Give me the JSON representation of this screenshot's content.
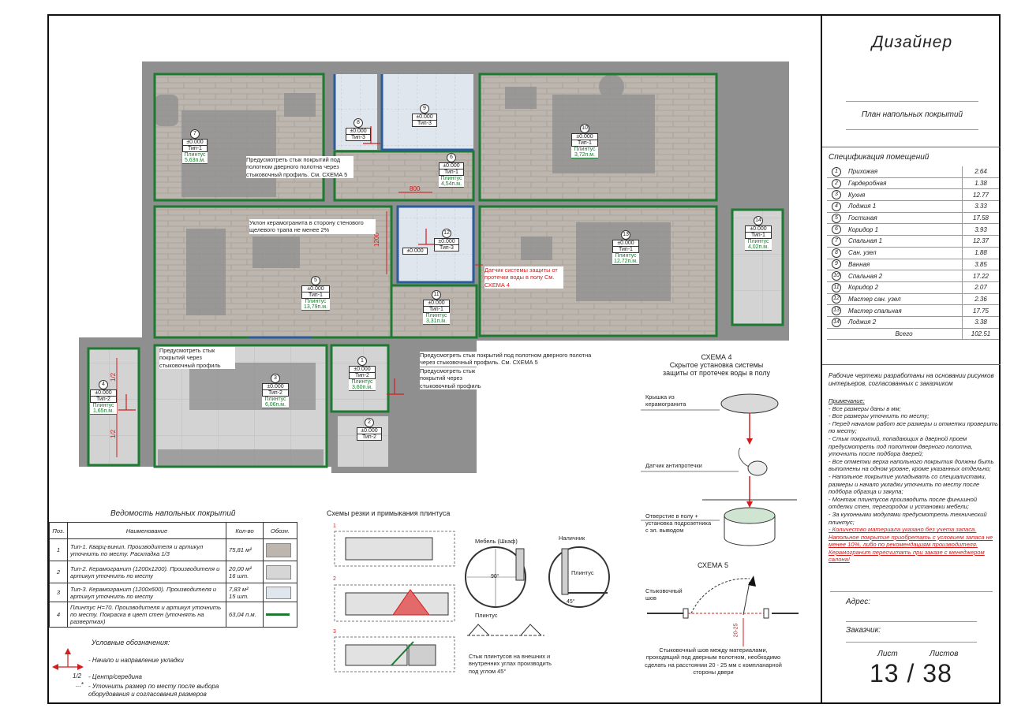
{
  "title_block": {
    "designer": "Дизайнер",
    "plan_title": "План напольных покрытий",
    "spec_title": "Спецификация помещений",
    "rooms": [
      {
        "num": "1",
        "name": "Прихожая",
        "area": "2.64"
      },
      {
        "num": "2",
        "name": "Гардеробная",
        "area": "1.38"
      },
      {
        "num": "3",
        "name": "Кухня",
        "area": "12.77"
      },
      {
        "num": "4",
        "name": "Лоджия 1",
        "area": "3.33"
      },
      {
        "num": "5",
        "name": "Гостиная",
        "area": "17.58"
      },
      {
        "num": "6",
        "name": "Коридор 1",
        "area": "3.93"
      },
      {
        "num": "7",
        "name": "Спальная 1",
        "area": "12.37"
      },
      {
        "num": "8",
        "name": "Сан. узел",
        "area": "1.88"
      },
      {
        "num": "9",
        "name": "Ванная",
        "area": "3.85"
      },
      {
        "num": "10",
        "name": "Спальная 2",
        "area": "17.22"
      },
      {
        "num": "11",
        "name": "Коридор 2",
        "area": "2.07"
      },
      {
        "num": "12",
        "name": "Мастер сан. узел",
        "area": "2.36"
      },
      {
        "num": "13",
        "name": "Мастер спальная",
        "area": "17.75"
      },
      {
        "num": "14",
        "name": "Лоджия 2",
        "area": "3.38"
      }
    ],
    "total_label": "Всего",
    "total_value": "102.51",
    "basis": "Рабочие чертежи разработаны на основании рисунков интерьеров, согласованных с заказчиком",
    "notes_header": "Примечание:",
    "notes": [
      "- Все размеры даны в мм;",
      "- Все размеры уточнить по месту;",
      "- Перед началом работ все размеры и отметки проверить по месту;",
      "- Стык покрытий, попадающих в дверной проем предусмотреть под полотном дверного полотна, уточнить после подбора дверей;",
      "- Все отметки верха напольного покрытия должны быть выполнены на одном уровне, кроме указанных отдельно;",
      "- Напольное покрытие укладывать со специалистами, размеры и начало укладки уточнить по месту после подбора образца и закупа;",
      "- Монтаж плинтусов производить после финишной отделки стен, перегородок и установки мебели;",
      "- За кухонными модулями предусмотреть технический плинтус;"
    ],
    "notes_red": "- Количество материала указано без учета запаса. Напольное покрытие приобретать с условием запаса не менее 10%, либо по рекомендациям производителя. Керамогранит пересчитать при заказе с менеджером салона!",
    "address_label": "Адрес:",
    "client_label": "Заказчик:",
    "sheet_label": "Лист",
    "sheets_label": "Листов",
    "sheet_number": "13 / 38"
  },
  "plan_labels": {
    "r7": {
      "num": "7",
      "level": "±0.000",
      "type": "Тип-1",
      "pl": "Плинтус",
      "len": "5,63п.м."
    },
    "r8": {
      "num": "8",
      "level": "±0.000",
      "type": "Тип-3"
    },
    "r9": {
      "num": "9",
      "level": "±0.000",
      "type": "Тип-3"
    },
    "r10": {
      "num": "10",
      "level": "±0.000",
      "type": "Тип-1",
      "pl": "Плинтус",
      "len": "3,72п.м."
    },
    "r6": {
      "num": "6",
      "level": "±0.000",
      "type": "Тип-1",
      "pl": "Плинтус",
      "len": "4,54п.м."
    },
    "r5": {
      "num": "5",
      "level": "±0.000",
      "type": "Тип-1",
      "pl": "Плинтус",
      "len": "13,79п.м."
    },
    "r12": {
      "num": "12",
      "level": "±0.000",
      "type": "Тип-3",
      "level2": "±0.000"
    },
    "r13": {
      "num": "13",
      "level": "±0.000",
      "type": "Тип-1",
      "pl": "Плинтус",
      "len": "12,72п.м."
    },
    "r14": {
      "num": "14",
      "level": "±0.000",
      "type": "Тип-1",
      "pl": "Плинтус",
      "len": "4,02п.м."
    },
    "r11": {
      "num": "11",
      "level": "±0.000",
      "type": "Тип-1",
      "pl": "Плинтус",
      "len": "3,31п.м."
    },
    "r4": {
      "num": "4",
      "level": "±0.000",
      "type": "Тип-2",
      "pl": "Плинтус",
      "len": "1,65п.м."
    },
    "r3": {
      "num": "3",
      "level": "±0.000",
      "type": "Тип-2",
      "pl": "Плинтус",
      "len": "6,06п.м."
    },
    "r1": {
      "num": "1",
      "level": "±0.000",
      "type": "Тип-2",
      "pl": "Плинтус",
      "len": "3,60п.м."
    },
    "r2": {
      "num": "2",
      "level": "±0.000",
      "type": "Тип-2"
    },
    "note_door_top": "Предусмотреть стык покрытий под полотном дверного полотна через стыковочный профиль. См. СХЕМА 5",
    "note_slope": "Уклон керамогранита в сторону стенового щелевого трапа не менее 2%",
    "note_sensor": "Датчик системы защиты от протечки воды в полу См. СХЕМА 4",
    "note_kitchen": "Предусмотреть стык покрытий через стыковочный профиль",
    "note_hall": "Предусмотреть стык покрытий под полотном дверного полотна через стыковочный профиль. См. СХЕМА 5",
    "note_hall2": "Предусмотреть стык покрытий через стыковочный профиль",
    "dim_800": "800",
    "dim_1200": "1200",
    "dim_half": "1/2"
  },
  "schema4": {
    "title": "СХЕМА 4",
    "subtitle": "Скрытое установка системы защиты от протечек воды в полу",
    "lid": "Крышка из керамогранита",
    "sensor": "Датчик антипротечки",
    "hole": "Отверстие в полу + установка подрозетника с эл. выводом"
  },
  "schema5": {
    "title": "СХЕМА 5",
    "joint": "Стыковочный шов",
    "dim": "20-25",
    "caption": "Стыковочный шов между материалами, проходящий под дверным полотном, необходимо сделать на расстоянии 20 - 25 мм с компланарной стороны двери"
  },
  "cut_schemes": {
    "title": "Схемы резки и примыкания плинтуса",
    "n1": "1",
    "n2": "2",
    "n3": "3",
    "furniture": "Мебель (Шкаф)",
    "casing": "Наличник",
    "plinth": "Плинтус",
    "angle90": "90°",
    "angle45": "45°",
    "caption": "Стык плинтусов на внешних и внутренних углах производить под углом 45°"
  },
  "materials": {
    "title": "Ведомость напольных покрытий",
    "headers": [
      "Поз.",
      "Наименование",
      "Кол-во",
      "Обозн."
    ],
    "rows": [
      {
        "pos": "1",
        "name": "Тип-1. Кварц-винил. Производителя и артикул уточнить по месту. Раскладка 1/3",
        "qty": "75,81 м²",
        "qty2": ""
      },
      {
        "pos": "2",
        "name": "Тип-2. Керамогранит (1200х1200). Производителя и артикул уточнить по месту",
        "qty": "20,00 м²",
        "qty2": "16 шт."
      },
      {
        "pos": "3",
        "name": "Тип-3. Керамогранит (1200х600). Производителя и артикул уточнить по месту",
        "qty": "7,83 м²",
        "qty2": "15 шт."
      },
      {
        "pos": "4",
        "name": "Плинтус Н=70. Производителя и артикул уточнить по месту. Покраска в цвет стен (уточнять на развертках)",
        "qty": "63,04 п.м.",
        "qty2": ""
      }
    ]
  },
  "legend": {
    "title": "Условные обозначения:",
    "items": [
      "- Начало и направление укладки",
      "- Центр/середина",
      "- Уточнить размер по месту после выбора оборудования и согласования размеров"
    ],
    "half": "1/2",
    "star": "...*"
  },
  "colors": {
    "wall": "#8a8a8a",
    "floor_vinyl": "#bdb8b2",
    "floor_tile": "#d6d6d6",
    "tile_blue": "#dde4ec",
    "plinth_green": "#1e7a32",
    "dim_red": "#d21d1d",
    "door_blue": "#2a5c9a"
  }
}
